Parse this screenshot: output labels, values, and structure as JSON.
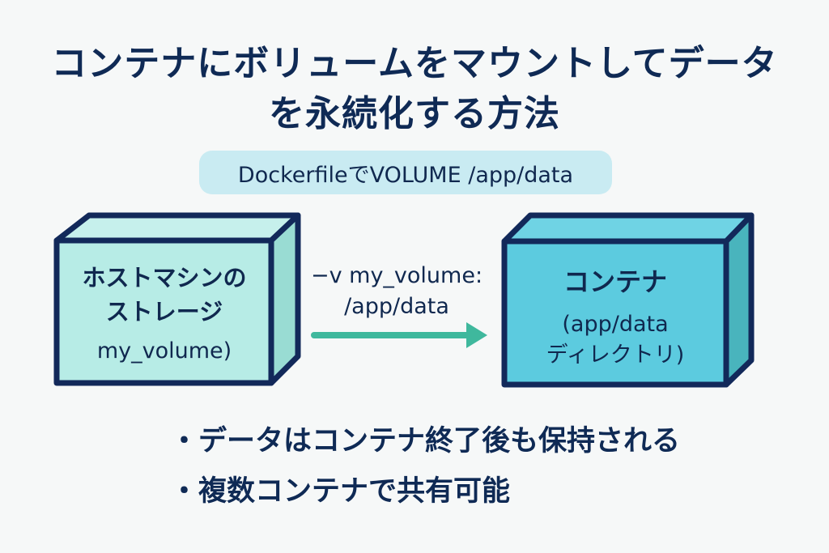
{
  "title": {
    "line1": "コンテナにボリュームをマウントしてデータ",
    "line2": "を永続化する方法"
  },
  "dockerfile_note": "DockerfileでVOLUME /app/data",
  "host_box": {
    "title_line1": "ホストマシンの",
    "title_line2": "ストレージ",
    "subtitle": "my_volume)"
  },
  "mount_flag": {
    "line1": "−v my_volume:",
    "line2": "/app/data"
  },
  "container_box": {
    "title": "コンテナ",
    "subtitle_line1": "(app/data",
    "subtitle_line2": "ディレクトリ)"
  },
  "bullets": [
    "・データはコンテナ終了後も保持される",
    "・複数コンテナで共有可能"
  ],
  "colors": {
    "text": "#0f2a55",
    "outline": "#12295a",
    "host_front": "#b7ece6",
    "host_top": "#c6f0ec",
    "host_side": "#99dcd3",
    "container_front": "#5ccbdf",
    "container_top": "#6fd3e4",
    "container_side": "#49b4bd",
    "arrow": "#3fb89d",
    "pill": "#c9ebf2"
  }
}
